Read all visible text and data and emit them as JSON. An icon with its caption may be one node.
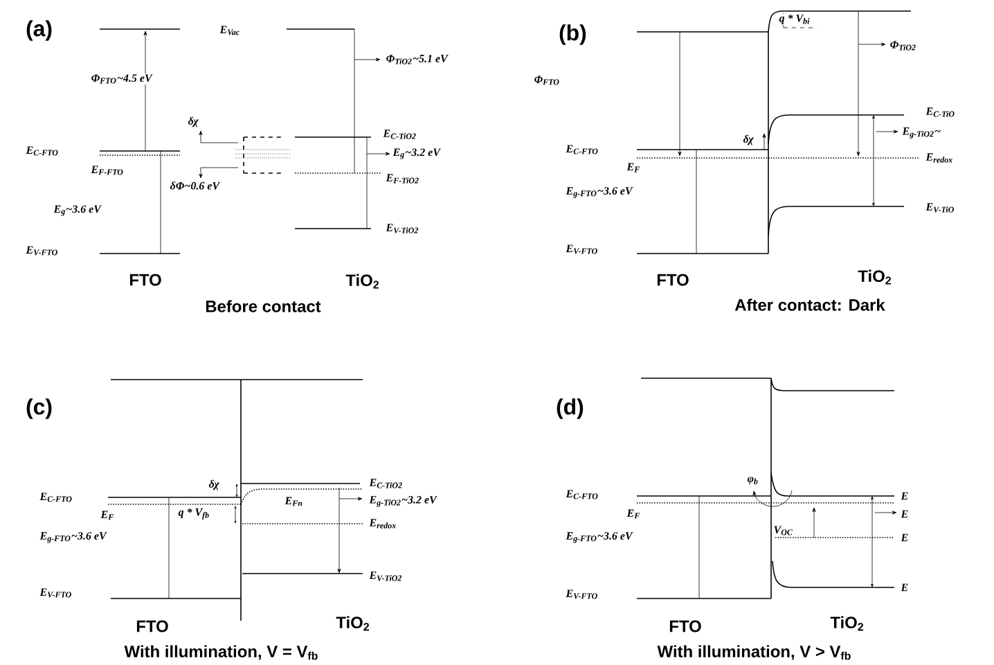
{
  "diagram": {
    "labels": [
      "(a)",
      "E$_{Vac}$",
      "Φ$_{FTO}$~4.5 eV",
      "Φ$_{TiO2}$~5.1 eV",
      "δχ",
      "E$_{C-FTO}$",
      "E$_{F-FTO}$",
      "E$_{C-TiO2}$",
      "E$_{g}$~3.2 eV",
      "δΦ~0.6 eV",
      "E$_{F-TiO2}$",
      "E$_{g}$~3.6 eV",
      "E$_{V-FTO}$",
      "E$_{V-TiO2}$",
      "FTO",
      "TiO$_{2}$",
      "Before contact",
      "(b)",
      "Φ$_{FTO}$",
      "E$_{C-FTO}$",
      "E$_{F}$",
      "E$_{g-FTO}$~3.6 eV",
      "E$_{V-FTO}$",
      "δχ",
      "q * V$_{bi}$",
      "Φ$_{TiO2}$",
      "E$_{C-TiO}$",
      "E$_{g-TiO2}$~",
      "E$_{redox}$",
      "E$_{V-TiO}$",
      "FTO",
      "TiO$_{2}$",
      "After contact: Dark",
      "(c)",
      "E$_{C-FTO}$",
      "E$_{F}$",
      "E$_{g-FTO}$~3.6 eV",
      "E$_{V-FTO}$",
      "δχ",
      "q * V$_{fb}$",
      "E$_{Fn}$",
      "E$_{C-TiO2}$",
      "E$_{g-TiO2}$~3.2 eV",
      "E$_{redox}$",
      "E$_{V-TiO2}$",
      "FTO",
      "TiO$_{2}$",
      "With illumination, V = V$_{fb}$",
      "(d)",
      "E$_{C-FTO}$",
      "E$_{F}$",
      "E$_{g-FTO}$~3.6 eV",
      "E$_{V-FTO}$",
      "φ$_{b}$",
      "V$_{OC}$",
      "E",
      "E",
      "E",
      "E",
      "FTO",
      "TiO$_{2}$",
      "With illumination, V > V$_{fb}$"
    ]
  }
}
